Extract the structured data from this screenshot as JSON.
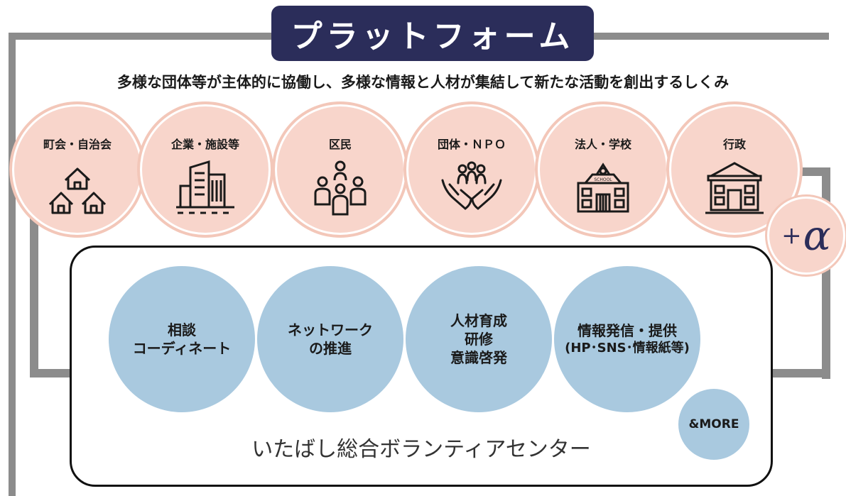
{
  "title": "プラットフォーム",
  "subtitle": "多様な団体等が主体的に協働し、多様な情報と人材が集結して新たな活動を創出するしくみ",
  "actors": [
    {
      "label": "町会・自治会",
      "icon": "houses-icon"
    },
    {
      "label": "企業・施設等",
      "icon": "buildings-icon"
    },
    {
      "label": "区民",
      "icon": "people-icon"
    },
    {
      "label": "団体・ＮＰＯ",
      "icon": "hands-people-icon"
    },
    {
      "label": "法人・学校",
      "icon": "school-icon"
    },
    {
      "label": "行政",
      "icon": "government-building-icon"
    }
  ],
  "alpha": {
    "plus": "+",
    "symbol": "α"
  },
  "functions": [
    {
      "lines": [
        "相談",
        "コーディネート"
      ]
    },
    {
      "lines": [
        "ネットワーク",
        "の推進"
      ]
    },
    {
      "lines": [
        "人材育成",
        "研修",
        "意識啓発"
      ]
    },
    {
      "lines": [
        "情報発信・提供",
        "(HP･SNS･情報紙等)"
      ]
    }
  ],
  "more": "&MORE",
  "center_name": "いたばし総合ボランティアセンター",
  "school_sign": "SCHOOL",
  "colors": {
    "title_bg": "#2b2d5a",
    "actor_fill": "#f8d5cb",
    "actor_ring": "#f3c7b9",
    "function_fill": "#a9c9df",
    "frame": "#8c8c8c"
  }
}
